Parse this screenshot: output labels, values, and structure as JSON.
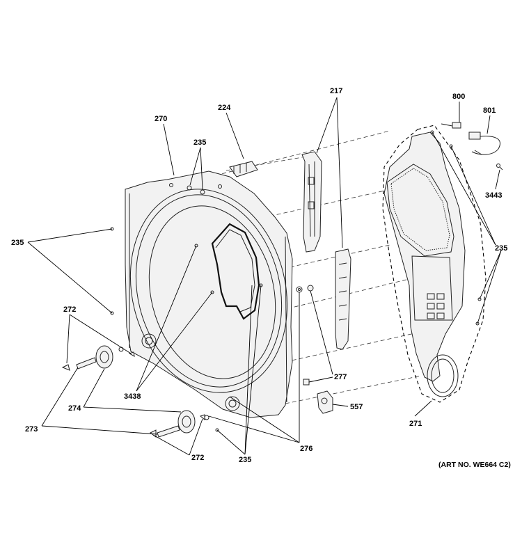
{
  "diagram": {
    "art_number": "(ART NO. WE664 C2)",
    "callouts": {
      "c270": "270",
      "c224": "224",
      "c217": "217",
      "c800": "800",
      "c801": "801",
      "c3443": "3443",
      "c235_top": "235",
      "c235_left": "235",
      "c235_right": "235",
      "c235_bottom": "235",
      "c272_top": "272",
      "c272_bottom": "272",
      "c274": "274",
      "c273": "273",
      "c3438": "3438",
      "c276": "276",
      "c277": "277",
      "c557": "557",
      "c271": "271"
    }
  }
}
